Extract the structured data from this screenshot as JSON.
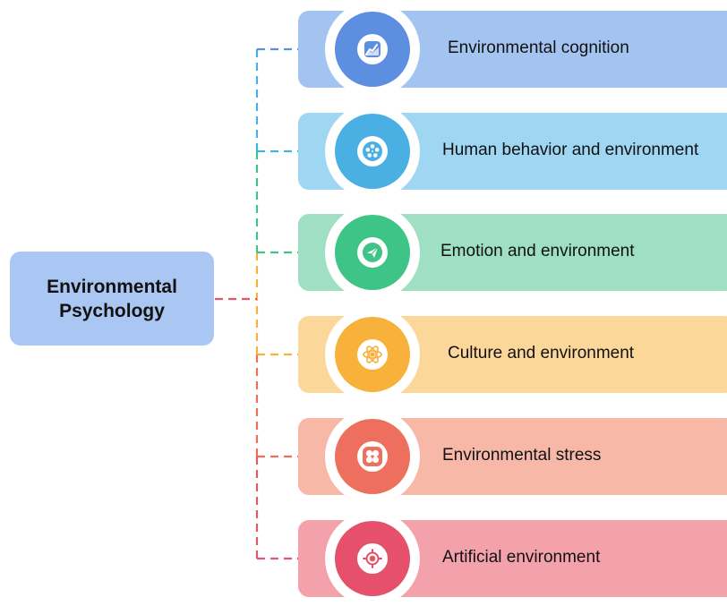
{
  "root": {
    "line1": "Environmental",
    "line2": "Psychology",
    "color": "#a9c7f2",
    "connector_color": "#e05a6d"
  },
  "topics": [
    {
      "label": "Environmental cognition",
      "icon": "trend-chart-icon",
      "card_color": "#a3c3f1",
      "disc_color": "#5d8fe0",
      "line_color": "#5d8fe0"
    },
    {
      "label": "Human behavior and environment",
      "icon": "film-reel-icon",
      "card_color": "#9fd6f2",
      "disc_color": "#4ab0e4",
      "line_color": "#4ab0e4"
    },
    {
      "label": "Emotion and environment",
      "icon": "paper-plane-icon",
      "card_color": "#9fe0c4",
      "disc_color": "#3ec487",
      "line_color": "#3ec487"
    },
    {
      "label": "Culture and environment",
      "icon": "atom-icon",
      "card_color": "#fcd79a",
      "disc_color": "#f8b13b",
      "line_color": "#f8b13b"
    },
    {
      "label": "Environmental stress",
      "icon": "clover-icon",
      "card_color": "#f7b8a8",
      "disc_color": "#ef6f5e",
      "line_color": "#ef6f5e"
    },
    {
      "label": "Artificial environment",
      "icon": "target-icon",
      "card_color": "#f3a2ac",
      "disc_color": "#e7506a",
      "line_color": "#e05a6d"
    }
  ]
}
